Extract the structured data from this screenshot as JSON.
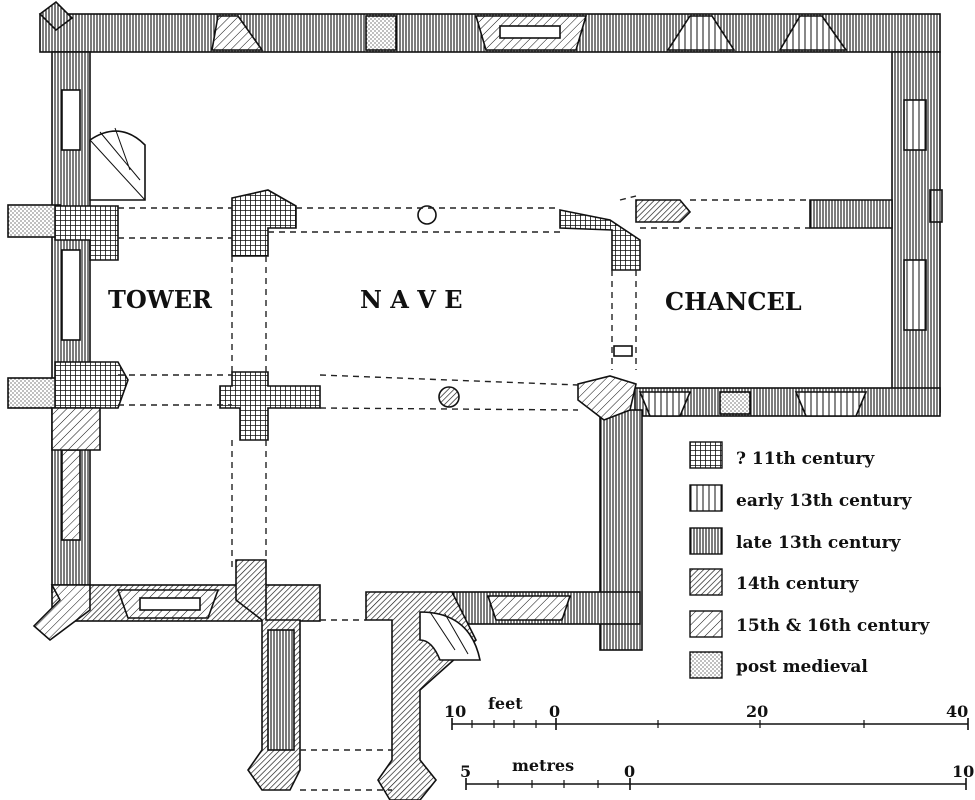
{
  "rooms": {
    "tower": "TOWER",
    "nave": "N A V E",
    "chancel": "CHANCEL"
  },
  "legend": [
    {
      "label": "? 11th century",
      "pattern": "grid"
    },
    {
      "label": "early 13th century",
      "pattern": "vwide"
    },
    {
      "label": "late 13th century",
      "pattern": "vclose"
    },
    {
      "label": "14th century",
      "pattern": "diag-close"
    },
    {
      "label": "15th & 16th century",
      "pattern": "diag"
    },
    {
      "label": "post medieval",
      "pattern": "dots"
    }
  ],
  "scale_feet": {
    "unit": "feet",
    "ticks": [
      "10",
      "0",
      "20",
      "40"
    ]
  },
  "scale_metres": {
    "unit": "metres",
    "ticks": [
      "5",
      "0",
      "10"
    ]
  }
}
